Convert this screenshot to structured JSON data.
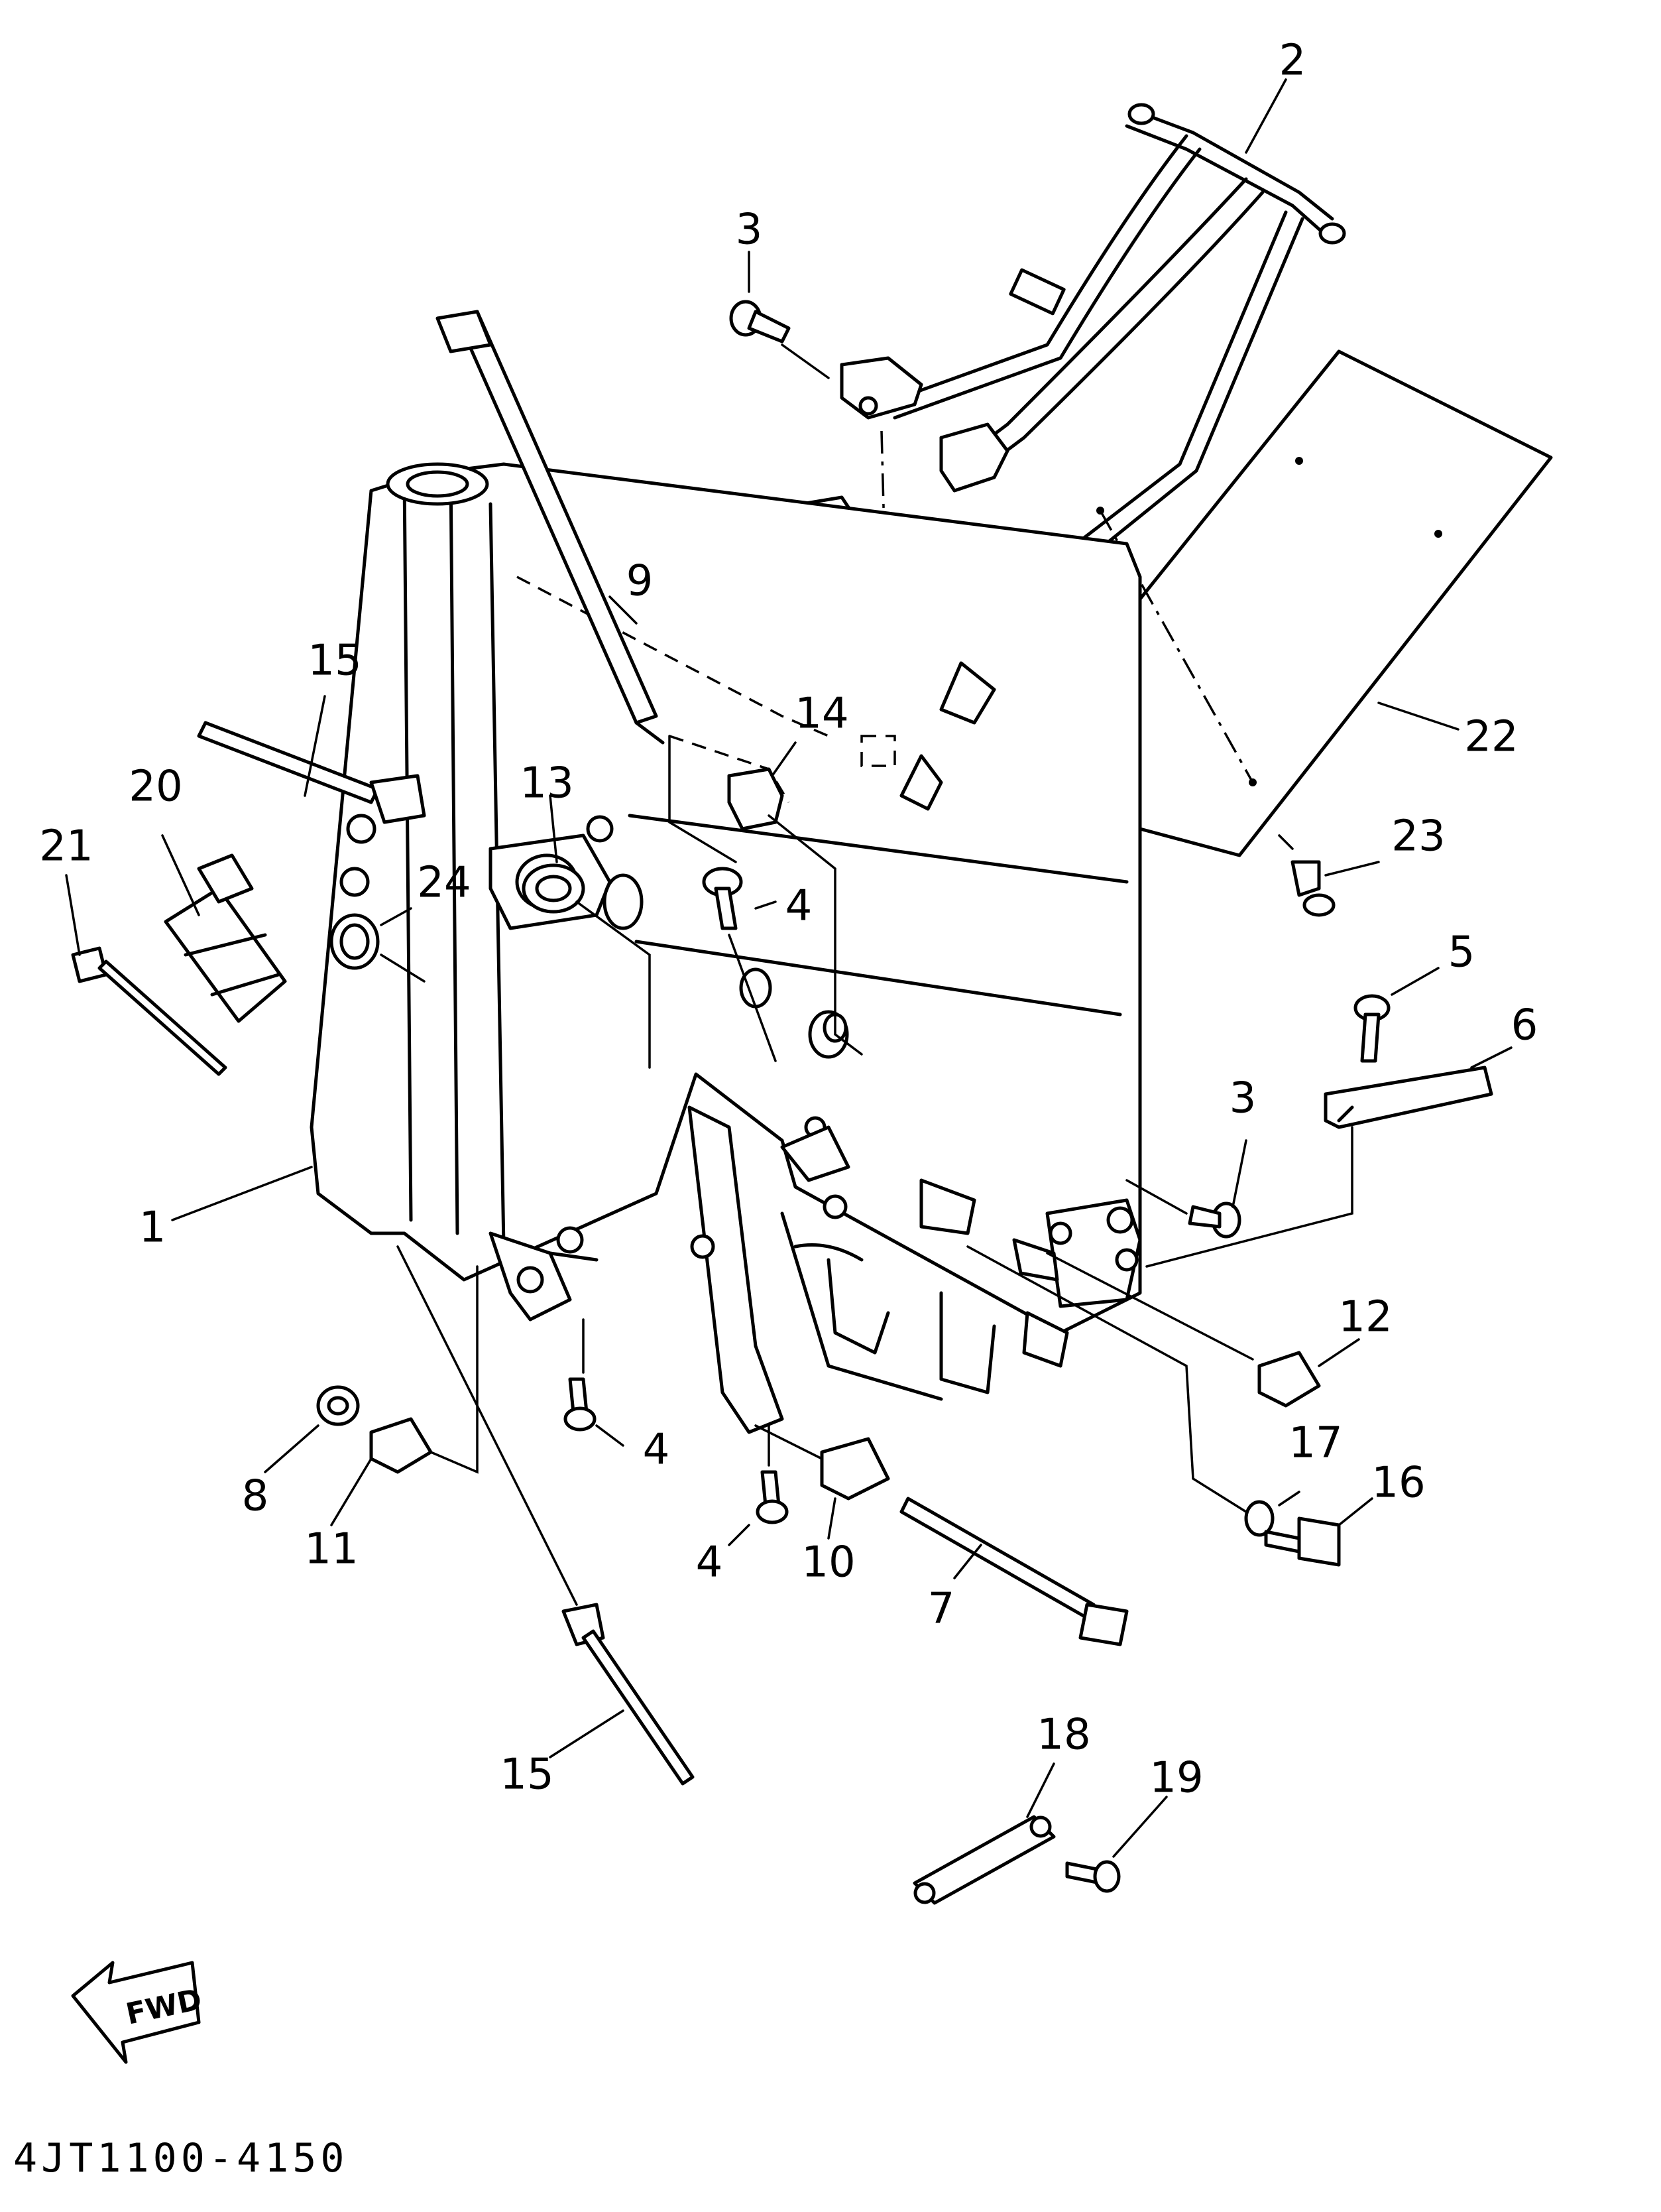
{
  "diagram_code": "4JT1100-4150",
  "fwd_label": "FWD",
  "callouts": {
    "c1": "1",
    "c2": "2",
    "c3a": "3",
    "c3b": "3",
    "c4a": "4",
    "c4b": "4",
    "c4c": "4",
    "c5": "5",
    "c6": "6",
    "c7": "7",
    "c8": "8",
    "c9": "9",
    "c10": "10",
    "c11": "11",
    "c12": "12",
    "c13": "13",
    "c14": "14",
    "c15a": "15",
    "c15b": "15",
    "c16": "16",
    "c17": "17",
    "c18": "18",
    "c19": "19",
    "c20": "20",
    "c21": "21",
    "c22": "22",
    "c23": "23",
    "c24": "24"
  }
}
